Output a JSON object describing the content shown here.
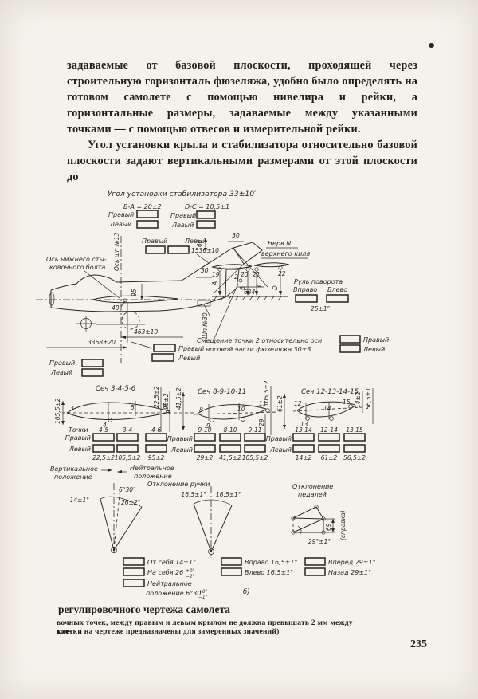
{
  "colors": {
    "paper": "#f5f2eb",
    "ink": "#2a2622"
  },
  "body_text": {
    "paragraph1": "задаваемые от базовой плоскости, проходящей через строительную горизонталь фюзеляжа, удобно было определять на готовом самолете с помощью нивелира и рейки, а горизонтальные размеры, задаваемые между указанными точками — с помощью отвесов и измерительной рейки.",
    "paragraph2": "Угол установки крыла и стабилизатора относительно базовой плоскости задают вертикальными размерами от этой плоскости до"
  },
  "labels": {
    "right": "Правый",
    "left": "Левый"
  },
  "stab_block": {
    "title": "Угол установки стабилизатора 33±10′",
    "formula_ba": "В-А = 20±2",
    "formula_dc": "D-С = 10,5±1"
  },
  "aircraft": {
    "note_axis1": "Ось нижнего сты-",
    "note_axis2": "ковочного болта",
    "frame13_axis": "Ось шп №13",
    "frame30": "Шп №30",
    "dim_1536": "1536±10",
    "dim_66": "66",
    "dim_30_fin": "30",
    "dim_30_pt2": "30",
    "rib_line1": "Нерв N",
    "rib_line2": "верхнего киля",
    "pt2": "2",
    "pt19": "19",
    "pt20": "20",
    "pt21": "21",
    "pt22": "22",
    "arrow_a": "А",
    "arrow_b": "В",
    "arrow_c": "С",
    "arrow_d": "D",
    "dim_634": "634",
    "dim_95": "95",
    "dim_40": "40",
    "dim_463": "463±10",
    "dim_3368": "3368±20",
    "rudder": {
      "title": "Руль поворота",
      "to_right": "Вправо",
      "to_left": "Влево",
      "value": "25±1°"
    },
    "offset_note1": "Смещение точки 2 относительно оси",
    "offset_note2": "носовой части фюзеляжа 30±3"
  },
  "sections": {
    "points_label": "Точки",
    "s1": {
      "title": "Сеч 3-4-5-6",
      "dim_left": "105,5±2",
      "dim_r1": "22,5±2",
      "dim_r2": "98±2",
      "p1": "3",
      "p2": "4",
      "p3": "5",
      "p4": "6",
      "h1": "4-5",
      "h2": "3-4",
      "h3": "4-6",
      "v1": "22,5±2",
      "v2": "105,5±2",
      "v3": "95±2"
    },
    "s2": {
      "title": "Сеч 8-9-10-11",
      "dim_left": "41,5±2",
      "dim_r1": "105,5±2",
      "dim_r2": "29",
      "p1": "8",
      "p2": "9",
      "p3": "10",
      "p4": "11",
      "h1": "9-10",
      "h2": "8-10",
      "h3": "9-11",
      "v1": "29±2",
      "v2": "41,5±2",
      "v3": "105,5±2"
    },
    "s3": {
      "title": "Сеч 12-13-14-15",
      "dim_left": "61±2",
      "dim_r1": "14±2",
      "dim_r2": "56,5±1",
      "p1": "12",
      "p2": "13",
      "p3": "14",
      "p4": "15",
      "h1": "13 14",
      "h2": "12-14",
      "h3": "13 15",
      "v1": "14±2",
      "v2": "61±2",
      "v3": "56,5±2"
    }
  },
  "controls": {
    "vertical1": "Вертикальное",
    "vertical2": "положение",
    "neutral1": "Нейтральное",
    "neutral2": "положение",
    "stick_title": "Отклонение ручки",
    "angle_630": "6°30′",
    "angle_14": "14±1°",
    "angle_26": "26±2°",
    "angle_165l": "16,5±1°",
    "angle_165r": "16,5±1°",
    "pedal1": "Отклонение",
    "pedal2": "педалей",
    "dim_69": "69",
    "ref_note": "(справка)",
    "angle_29": "29°±1°"
  },
  "legend": {
    "from_self": "От себя 14±1°",
    "to_self": "На себя 26",
    "to_self_tol_top": "+0°",
    "to_self_tol_bot": "−2°",
    "neutral1": "Нейтральное",
    "neutral2": "положение 6°30′",
    "neutral_tol_top": "+0°",
    "neutral_tol_bot": "−1°",
    "to_right": "Вправо 16,5±1°",
    "to_left": "Влево 16,5±1°",
    "sub_marker": "б)",
    "forward": "Вперед 29±1°",
    "backward": "Назад 29±1°"
  },
  "footer": {
    "caption": "регулировочного чертежа самолета",
    "note_line1": "вочных точек, между правым и левым крылом не должна превышать 2 мм между точ-",
    "note_line2": "клетки на чертеже предназначены для замеренных значений)",
    "page_number": "235"
  }
}
